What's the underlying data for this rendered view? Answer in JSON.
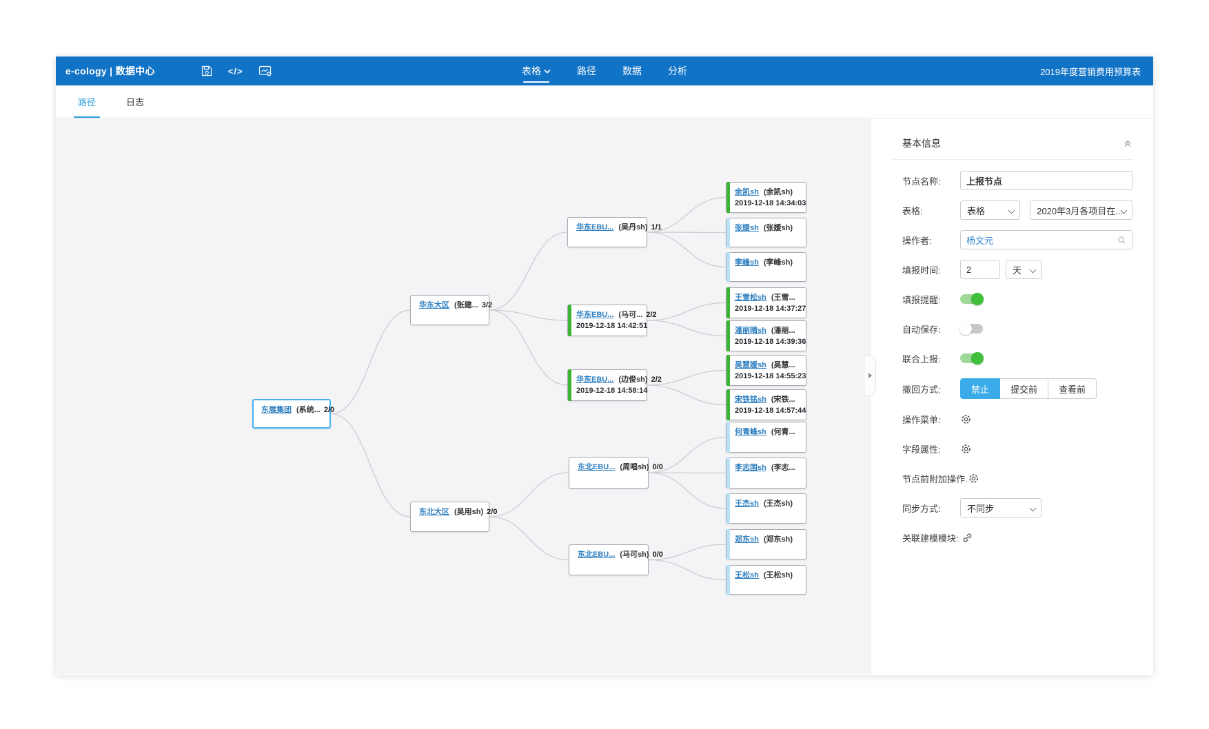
{
  "header": {
    "brand": "e-cology | 数据中心",
    "toolbar_icons": [
      "save-icon",
      "code-icon",
      "report-preview-icon"
    ],
    "nav": [
      {
        "label": "表格",
        "active": true,
        "has_dropdown": true
      },
      {
        "label": "路径",
        "active": false
      },
      {
        "label": "数据",
        "active": false
      },
      {
        "label": "分析",
        "active": false
      }
    ],
    "doc_title": "2019年度营销费用预算表",
    "bar_color": "#1173c5"
  },
  "tabs": [
    {
      "label": "路径",
      "active": true
    },
    {
      "label": "日志",
      "active": false
    }
  ],
  "tree": {
    "status_colors": {
      "done": "#3bb334",
      "pending": "#b8e3f7",
      "selected_border": "#45b4f0"
    },
    "nodes": [
      {
        "id": "root",
        "name": "东展集团",
        "meta": "(系统...",
        "count": "2/0",
        "variant": "selected"
      },
      {
        "id": "hd",
        "name": "华东大区",
        "meta": "(张建...",
        "count": "3/2",
        "variant": "plain"
      },
      {
        "id": "db",
        "name": "东北大区",
        "meta": "(吴用sh)",
        "count": "2/0",
        "variant": "plain"
      },
      {
        "id": "hd-ebu1",
        "name": "华东EBU...",
        "meta": "(吴丹sh)",
        "count": "1/1",
        "variant": "plain"
      },
      {
        "id": "hd-ebu2",
        "name": "华东EBU...",
        "meta": "(马可...",
        "count": "2/2",
        "time": "2019-12-18 14:42:51",
        "variant": "green"
      },
      {
        "id": "hd-ebu3",
        "name": "华东EBU...",
        "meta": "(边俊sh)",
        "count": "2/2",
        "time": "2019-12-18 14:58:14",
        "variant": "green"
      },
      {
        "id": "db-ebu1",
        "name": "东北EBU...",
        "meta": "(周唱sh)",
        "count": "0/0",
        "variant": "plain"
      },
      {
        "id": "db-ebu2",
        "name": "东北EBU...",
        "meta": "(马可sh)",
        "count": "0/0",
        "variant": "plain"
      },
      {
        "id": "yukai",
        "name": "余凯sh",
        "meta": "(余凯sh)",
        "time": "2019-12-18 14:34:03",
        "variant": "green"
      },
      {
        "id": "zhangyuan",
        "name": "张媛sh",
        "meta": "(张媛sh)",
        "variant": "blue"
      },
      {
        "id": "lifeng",
        "name": "李峰sh",
        "meta": "(李峰sh)",
        "variant": "blue"
      },
      {
        "id": "wangxuesong",
        "name": "王雪松sh",
        "meta": "(王雪...",
        "time": "2019-12-18 14:37:27",
        "variant": "green"
      },
      {
        "id": "panliqing",
        "name": "潘丽晴sh",
        "meta": "(潘丽...",
        "time": "2019-12-18 14:39:36",
        "variant": "green"
      },
      {
        "id": "wuhuiyuan",
        "name": "吴慧媛sh",
        "meta": "(吴慧...",
        "time": "2019-12-18 14:55:23",
        "variant": "green"
      },
      {
        "id": "songtieming",
        "name": "宋铁铭sh",
        "meta": "(宋铁...",
        "time": "2019-12-18 14:57:44",
        "variant": "green"
      },
      {
        "id": "heqingfeng",
        "name": "何青峰sh",
        "meta": "(何青...",
        "variant": "blue"
      },
      {
        "id": "lizhiguo",
        "name": "李志国sh",
        "meta": "(李志...",
        "variant": "blue"
      },
      {
        "id": "wangjie",
        "name": "王杰sh",
        "meta": "(王杰sh)",
        "variant": "blue"
      },
      {
        "id": "zhengdong",
        "name": "郑东sh",
        "meta": "(郑东sh)",
        "variant": "blue"
      },
      {
        "id": "wangsong",
        "name": "王松sh",
        "meta": "(王松sh)",
        "variant": "blue"
      }
    ],
    "edges": [
      [
        "root",
        "hd"
      ],
      [
        "root",
        "db"
      ],
      [
        "hd",
        "hd-ebu1"
      ],
      [
        "hd",
        "hd-ebu2"
      ],
      [
        "hd",
        "hd-ebu3"
      ],
      [
        "db",
        "db-ebu1"
      ],
      [
        "db",
        "db-ebu2"
      ],
      [
        "hd-ebu1",
        "yukai"
      ],
      [
        "hd-ebu1",
        "zhangyuan"
      ],
      [
        "hd-ebu1",
        "lifeng"
      ],
      [
        "hd-ebu2",
        "wangxuesong"
      ],
      [
        "hd-ebu2",
        "panliqing"
      ],
      [
        "hd-ebu3",
        "wuhuiyuan"
      ],
      [
        "hd-ebu3",
        "songtieming"
      ],
      [
        "db-ebu1",
        "heqingfeng"
      ],
      [
        "db-ebu1",
        "lizhiguo"
      ],
      [
        "db-ebu1",
        "wangjie"
      ],
      [
        "db-ebu2",
        "zhengdong"
      ],
      [
        "db-ebu2",
        "wangsong"
      ]
    ]
  },
  "panel": {
    "title": "基本信息",
    "collapse_icon": "double-chevron-up-icon",
    "fields": {
      "node_name": {
        "label": "节点名称:",
        "value": "上报节点"
      },
      "table": {
        "label": "表格:",
        "select1": "表格",
        "select2": "2020年3月各项目在..."
      },
      "operator": {
        "label": "操作者:",
        "value": "杨文元",
        "icon": "search-icon"
      },
      "fill_time": {
        "label": "填报时间:",
        "value": "2",
        "unit": "天"
      },
      "remind": {
        "label": "填报提醒:",
        "on": true
      },
      "autosave": {
        "label": "自动保存:",
        "on": false
      },
      "joint": {
        "label": "联合上报:",
        "on": true
      },
      "withdraw": {
        "label": "撤回方式:",
        "options": [
          "禁止",
          "提交前",
          "查看前"
        ],
        "active": "禁止"
      },
      "action_menu": {
        "label": "操作菜单:",
        "icon": "gear-icon"
      },
      "field_attr": {
        "label": "字段属性:",
        "icon": "gear-icon"
      },
      "pre_action": {
        "label": "节点前附加操作.",
        "icon": "gear-icon"
      },
      "sync": {
        "label": "同步方式:",
        "value": "不同步"
      },
      "rel_module": {
        "label": "关联建模模块:",
        "icon": "link-icon"
      }
    }
  }
}
